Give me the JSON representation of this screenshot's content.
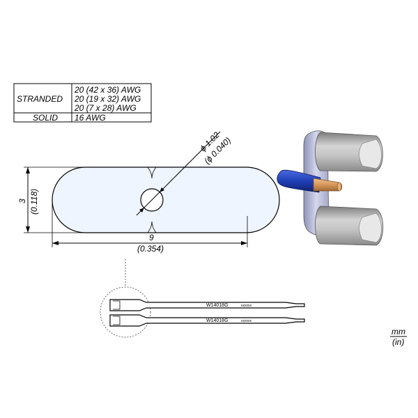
{
  "awg_table": {
    "stranded_label": "STRANDED",
    "stranded_values": [
      "20 (42 x 36) AWG",
      "20 (19 x 32) AWG",
      "20 (7 x 28) AWG"
    ],
    "solid_label": "SOLID",
    "solid_value": "16 AWG"
  },
  "dimensions": {
    "hole_mm": "ϕ 1.02",
    "hole_in": "(ϕ 0.040)",
    "height_mm": "3",
    "height_in": "(0.118)",
    "width_mm": "9",
    "width_in": "(0.354)"
  },
  "tip_marking": {
    "part_number": "W14018G",
    "code": "xxxxxx"
  },
  "units": {
    "top": "mm",
    "bottom": "(in)"
  },
  "colors": {
    "blade_fill": "#eef5ff",
    "blade_stroke": "#000000",
    "wire_insulation": "#1f3fb5",
    "wire_copper": "#d8985a",
    "tip_body": "#a5a5a5",
    "bracket": "#c9cde6"
  }
}
